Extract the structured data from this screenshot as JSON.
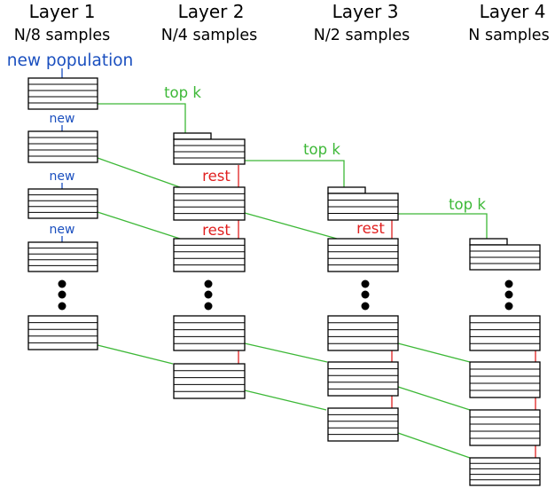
{
  "colors": {
    "blue": "#1a4fbf",
    "green": "#3db837",
    "red": "#e02020",
    "black": "#000000"
  },
  "layers": [
    {
      "title": "Layer 1",
      "samples": "N/8 samples"
    },
    {
      "title": "Layer 2",
      "samples": "N/4 samples"
    },
    {
      "title": "Layer 3",
      "samples": "N/2 samples"
    },
    {
      "title": "Layer  4",
      "samples": "N samples"
    }
  ],
  "labels": {
    "new_population": "new  population",
    "new": "new",
    "top_k": "top k",
    "rest": "rest"
  }
}
